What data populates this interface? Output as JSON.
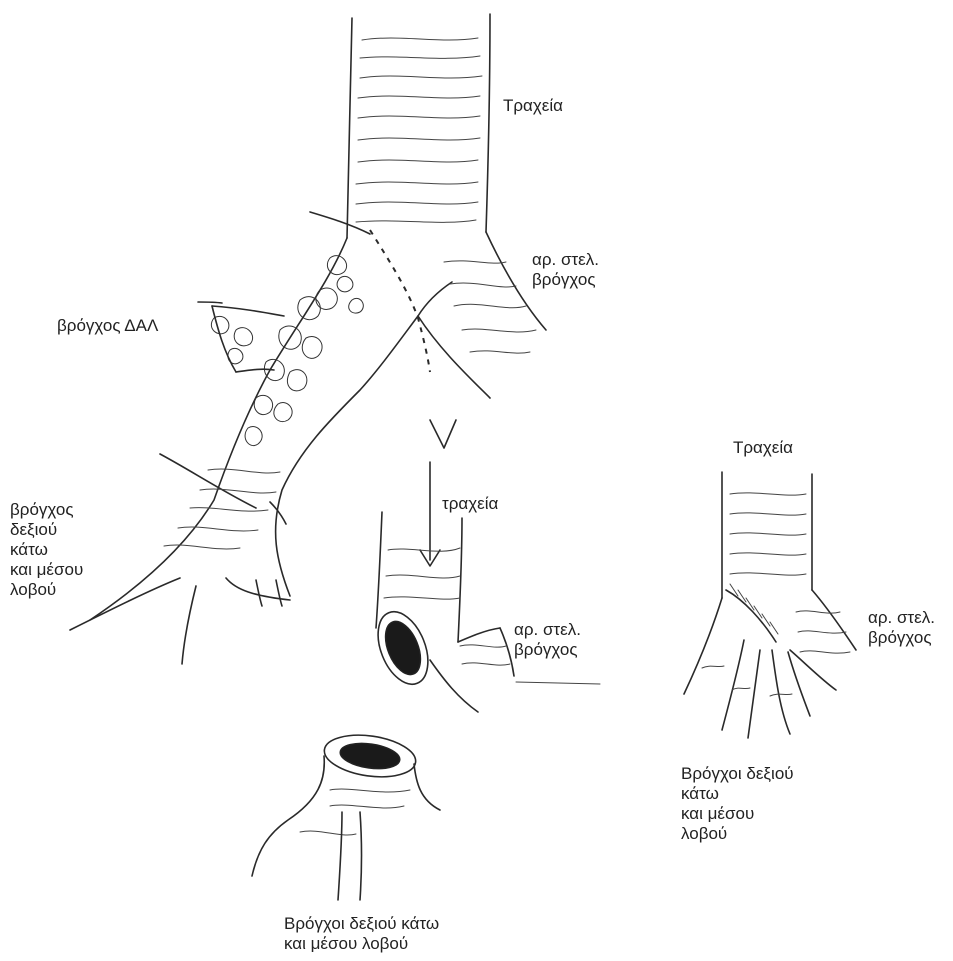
{
  "labels": {
    "main_trachea": "Τραχεία",
    "main_left_bronchus": [
      "αρ. στελ.",
      "βρόγχος"
    ],
    "main_rul_bronchus": "βρόγχος ΔΑΛ",
    "main_right_lower_middle": [
      "βρόγχος",
      "δεξιού",
      "κάτω",
      "και μέσου",
      "λοβού"
    ],
    "mid_trachea": "τραχεία",
    "mid_left_bronchus": [
      "αρ. στελ.",
      "βρόγχος"
    ],
    "bottom_caption": [
      "Βρόγχοι δεξιού κάτω",
      "και μέσου λοβού"
    ],
    "right_trachea": "Τραχεία",
    "right_left_bronchus": [
      "αρ. στελ.",
      "βρόγχος"
    ],
    "right_caption": [
      "Βρόγχοι δεξιού",
      "κάτω",
      "και μέσου",
      "λοβού"
    ]
  }
}
